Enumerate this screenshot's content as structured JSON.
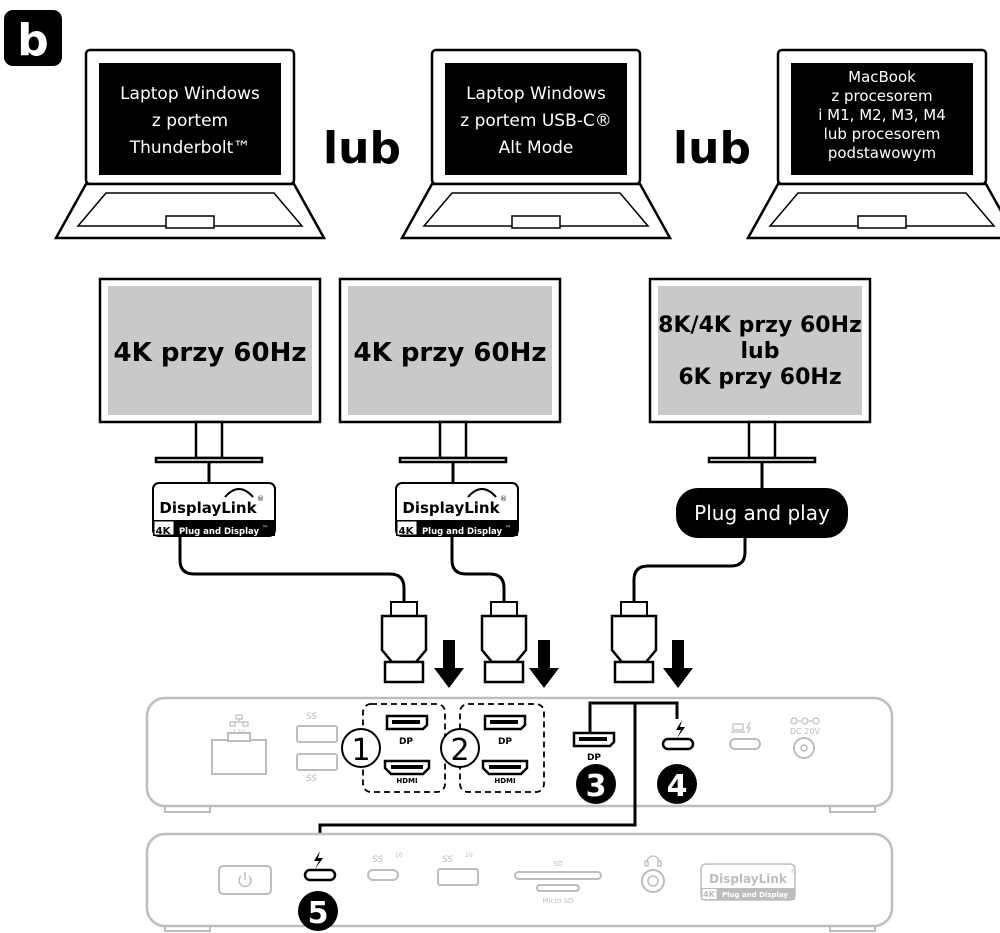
{
  "badge": "b",
  "laptops": [
    {
      "lines": [
        "Laptop Windows",
        "z portem",
        "Thunderbolt™"
      ]
    },
    {
      "lines": [
        "Laptop Windows",
        "z portem USB-C®",
        "Alt Mode"
      ]
    },
    {
      "lines": [
        "MacBook",
        "z procesorem",
        "i M1, M2, M3, M4",
        "lub procesorem",
        "podstawowym"
      ]
    }
  ],
  "or_label": "lub",
  "monitors": [
    {
      "lines": [
        "4K przy 60Hz"
      ]
    },
    {
      "lines": [
        "4K przy 60Hz"
      ]
    },
    {
      "lines": [
        "8K/4K przy 60Hz",
        "lub",
        "6K przy 60Hz"
      ]
    }
  ],
  "adapters": {
    "displaylink_name": "DisplayLink",
    "displaylink_reg": "®",
    "tag_4k": "4K",
    "plug_and_display": "Plug and Display",
    "tm": "™",
    "plug_and_play": "Plug and play"
  },
  "dock_rear": {
    "eth_label": "2.5G",
    "usb_label": "SS",
    "dp_label": "DP",
    "hdmi_label": "HDMI",
    "dc_label": "DC 20V"
  },
  "dock_front": {
    "sd_label": "SD",
    "microsd_label": "Micro SD",
    "usb_c_label": "SS",
    "usb_10": "10",
    "brand": "DisplayLink",
    "brand_reg": "®",
    "brand_4k": "4K",
    "brand_sub": "Plug and Display"
  },
  "callouts": [
    "1",
    "2",
    "3",
    "4",
    "5"
  ]
}
